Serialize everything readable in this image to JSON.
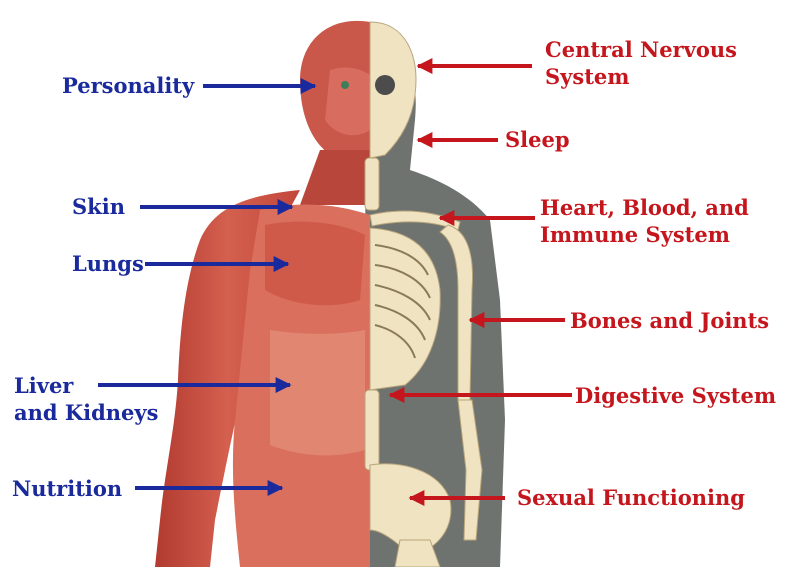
{
  "colors": {
    "left_label": "#1a2a9c",
    "right_label": "#c4161c",
    "muscle": "#c8453a",
    "bone": "#efe3c2",
    "background_shadow": "#6f7370"
  },
  "labels": {
    "personality": "Personality",
    "skin": "Skin",
    "lungs": "Lungs",
    "liver_kidneys_line1": "Liver",
    "liver_kidneys_line2": "and Kidneys",
    "nutrition": "Nutrition",
    "cns_line1": "Central Nervous",
    "cns_line2": "System",
    "sleep": "Sleep",
    "heart_line1": "Heart, Blood, and",
    "heart_line2": "Immune System",
    "bones": "Bones and Joints",
    "digestive": "Digestive System",
    "sexual": "Sexual Functioning"
  }
}
